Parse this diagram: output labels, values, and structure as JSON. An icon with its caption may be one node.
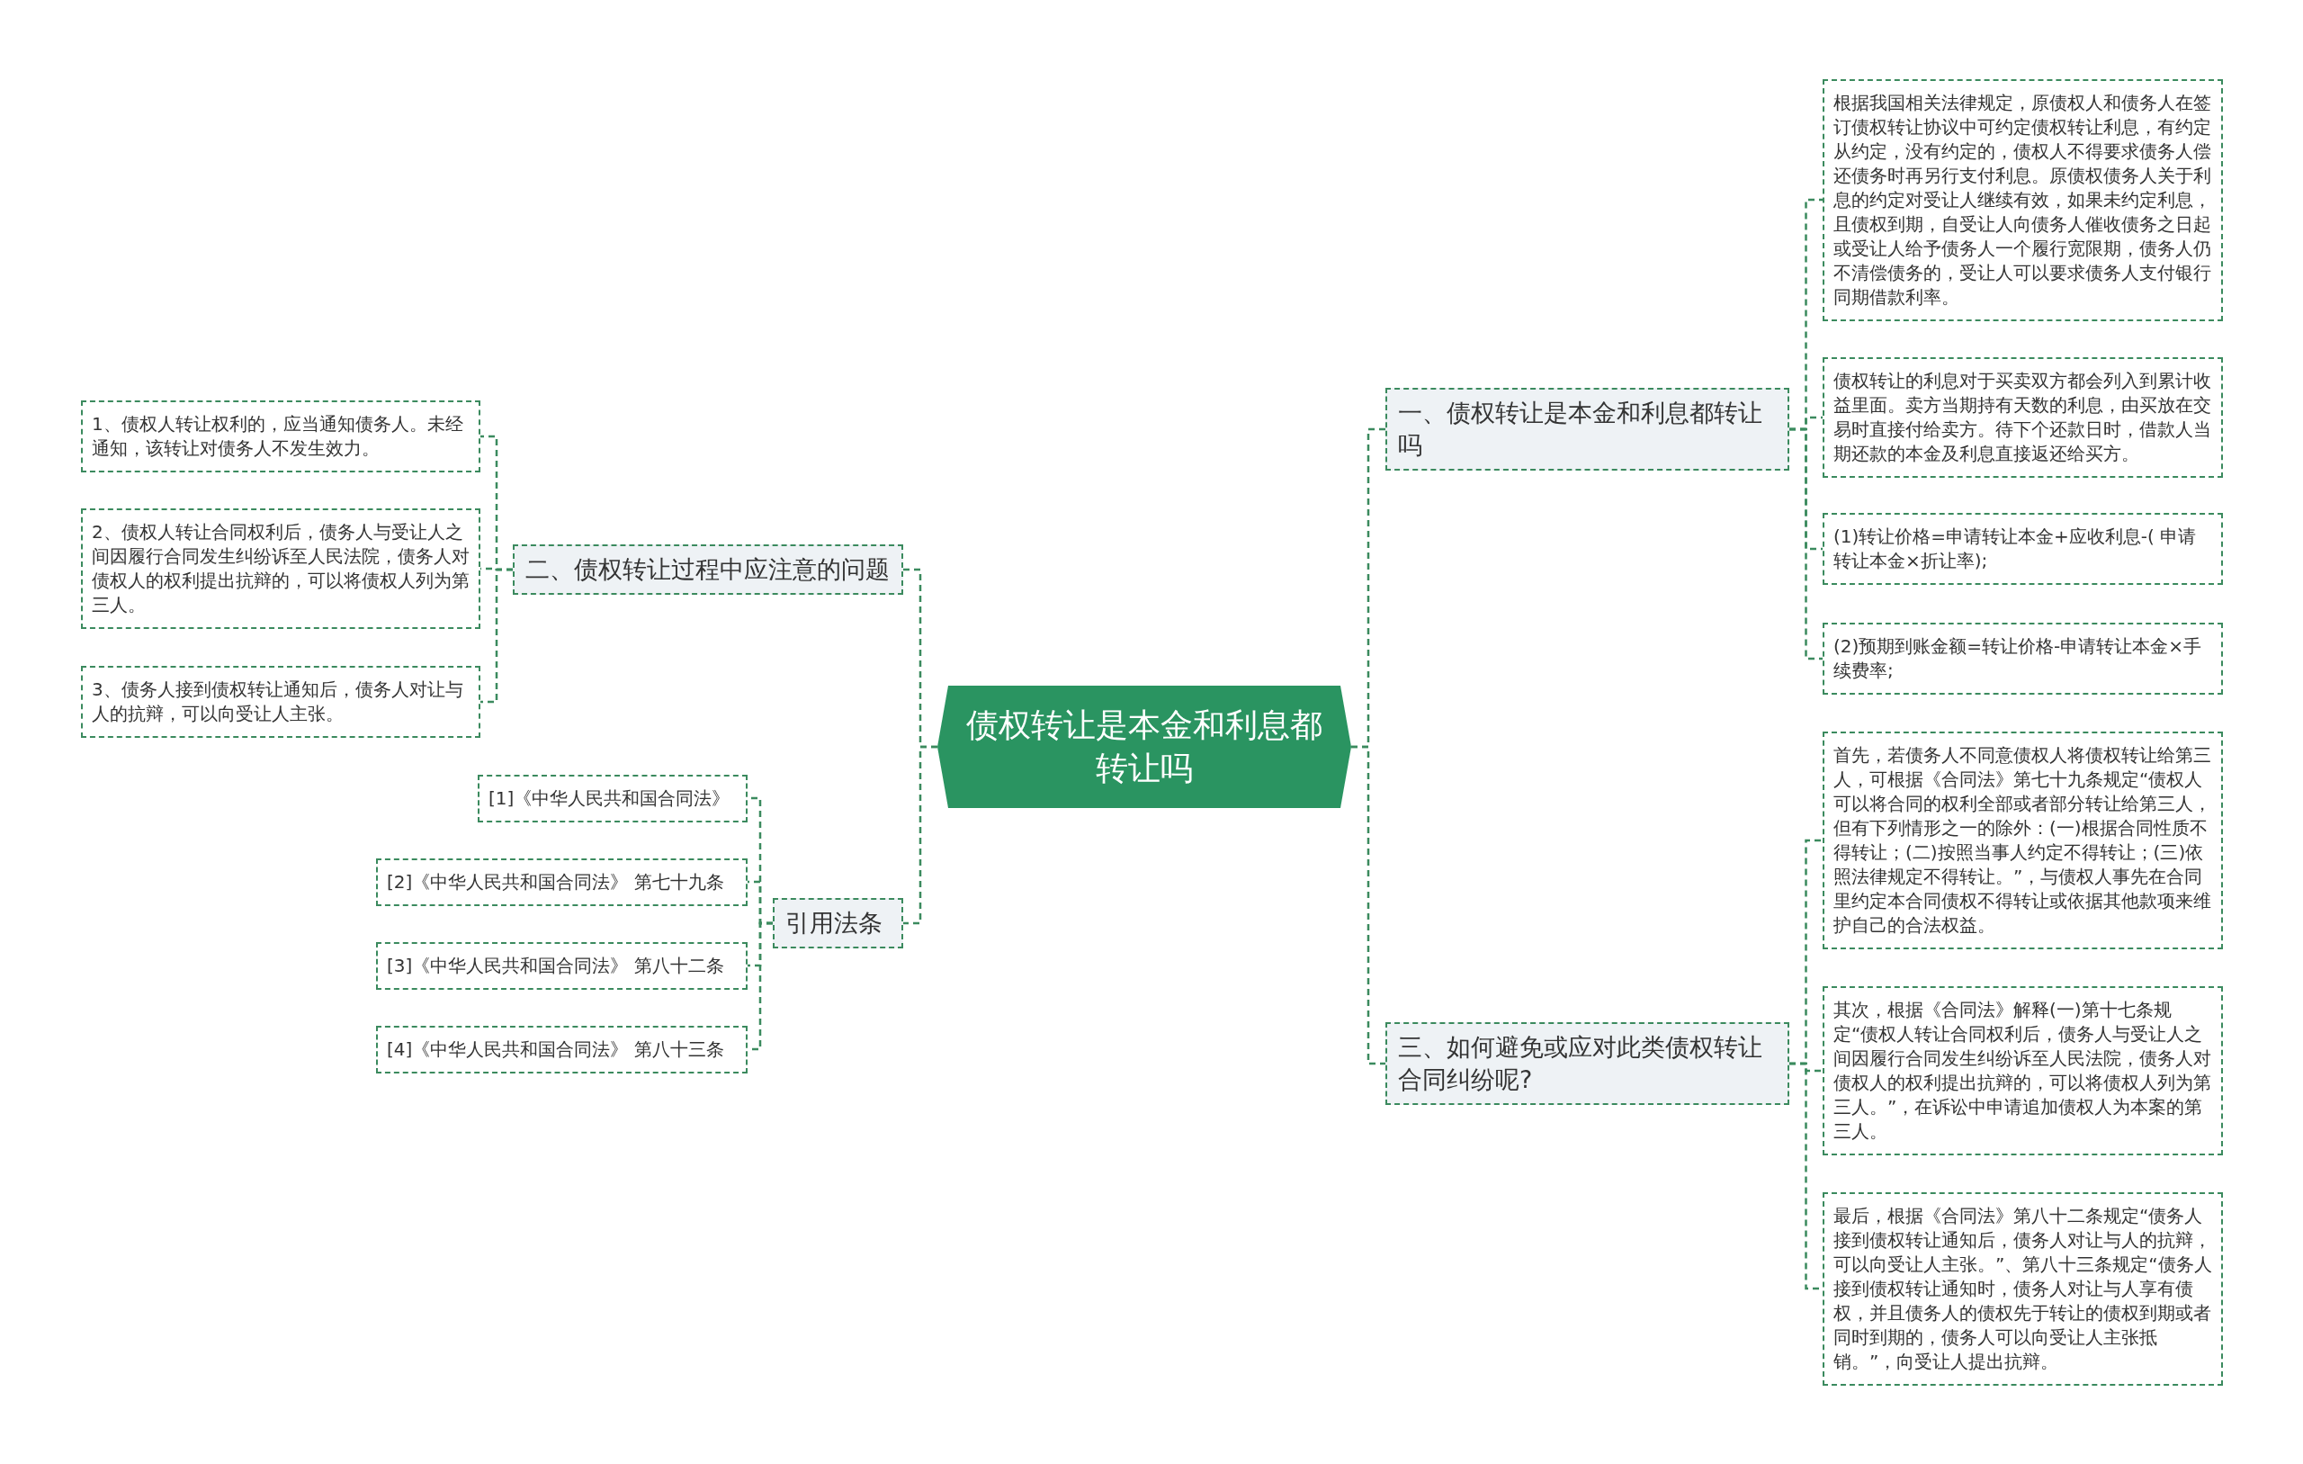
{
  "diagram": {
    "nodes": [
      {
        "text": [
          "债权转让是本金和利息都转让吗"
        ]
      },
      {
        "text": [
          "一、债权转让是本金和利息都转让吗"
        ]
      },
      {
        "text": [
          "根据我国相关法律规定，原债权人和债务人在签订债权转让协议中可约定债权转让利息，有约定从约定，没有约定的，债权人不得要求债务人偿还债务时再另行支付利息。原债权债务人关于利息的约定对受让人继续有效，如果未约定利息，且债权到期，自受让人向债务人催收债务之日起或受让人给予债务人一个履行宽限期，债务人仍不清偿债务的，受让人可以要求债务人支付银行同期借款利率。"
        ]
      },
      {
        "text": [
          "债权转让的利息对于买卖双方都会列入到累计收益里面。卖方当期持有天数的利息，由买放在交易时直接付给卖方。待下个还款日时，借款人当期还款的本金及利息直接返还给买方。"
        ]
      },
      {
        "text": [
          "(1)转让价格=申请转让本金+应收利息-( 申请转让本金×折让率);"
        ]
      },
      {
        "text": [
          "(2)预期到账金额=转让价格-申请转让本金×手续费率;"
        ]
      },
      {
        "text": [
          "三、如何避免或应对此类债权转让合同纠纷呢?"
        ]
      },
      {
        "text": [
          "首先，若债务人不同意债权人将债权转让给第三人，可根据《合同法》第七十九条规定“债权人可以将合同的权利全部或者部分转让给第三人，但有下列情形之一的除外：(一)根据合同性质不得转让；(二)按照当事人约定不得转让；(三)依照法律规定不得转让。”，与债权人事先在合同里约定本合同债权不得转让或依据其他款项来维护自己的合法权益。"
        ]
      },
      {
        "text": [
          "其次，根据《合同法》解释(一)第十七条规定“债权人转让合同权利后，债务人与受让人之间因履行合同发生纠纷诉至人民法院，债务人对债权人的权利提出抗辩的，可以将债权人列为第三人。”，在诉讼中申请追加债权人为本案的第三人。"
        ]
      },
      {
        "text": [
          "最后，根据《合同法》第八十二条规定“债务人接到债权转让通知后，债务人对让与人的抗辩，可以向受让人主张。”、第八十三条规定“债务人接到债权转让通知时，债务人对让与人享有债权，并且债务人的债权先于转让的债权到期或者同时到期的，债务人可以向受让人主张抵销。”，向受让人提出抗辩。"
        ]
      },
      {
        "text": [
          "二、债权转让过程中应注意的问题"
        ]
      },
      {
        "text": [
          "1、债权人转让权利的，应当通知债务人。未经通知，该转让对债务人不发生效力。"
        ]
      },
      {
        "text": [
          "2、债权人转让合同权利后，债务人与受让人之间因履行合同发生纠纷诉至人民法院，债务人对债权人的权利提出抗辩的，可以将债权人列为第三人。"
        ]
      },
      {
        "text": [
          "3、债务人接到债权转让通知后，债务人对让与人的抗辩，可以向受让人主张。"
        ]
      },
      {
        "text": [
          "引用法条"
        ]
      },
      {
        "text": [
          "[1]《中华人民共和国合同法》"
        ]
      },
      {
        "text": [
          "[2]《中华人民共和国合同法》 第七十九条"
        ]
      },
      {
        "text": [
          "[3]《中华人民共和国合同法》 第八十二条"
        ]
      },
      {
        "text": [
          "[4]《中华人民共和国合同法》 第八十三条"
        ]
      }
    ],
    "edges": [
      {
        "from": 0,
        "to": 1,
        "arrow": "none",
        "style": "dashed"
      },
      {
        "from": 1,
        "to": 2,
        "arrow": "none",
        "style": "dashed"
      },
      {
        "from": 1,
        "to": 3,
        "arrow": "none",
        "style": "dashed"
      },
      {
        "from": 1,
        "to": 4,
        "arrow": "none",
        "style": "dashed"
      },
      {
        "from": 1,
        "to": 5,
        "arrow": "none",
        "style": "dashed"
      },
      {
        "from": 0,
        "to": 6,
        "arrow": "none",
        "style": "dashed"
      },
      {
        "from": 6,
        "to": 7,
        "arrow": "none",
        "style": "dashed"
      },
      {
        "from": 6,
        "to": 8,
        "arrow": "none",
        "style": "dashed"
      },
      {
        "from": 6,
        "to": 9,
        "arrow": "none",
        "style": "dashed"
      },
      {
        "from": 0,
        "to": 10,
        "arrow": "none",
        "style": "dashed"
      },
      {
        "from": 10,
        "to": 11,
        "arrow": "none",
        "style": "dashed"
      },
      {
        "from": 10,
        "to": 12,
        "arrow": "none",
        "style": "dashed"
      },
      {
        "from": 10,
        "to": 13,
        "arrow": "none",
        "style": "dashed"
      },
      {
        "from": 0,
        "to": 14,
        "arrow": "none",
        "style": "dashed"
      },
      {
        "from": 14,
        "to": 15,
        "arrow": "none",
        "style": "dashed"
      },
      {
        "from": 14,
        "to": 16,
        "arrow": "none",
        "style": "dashed"
      },
      {
        "from": 14,
        "to": 17,
        "arrow": "none",
        "style": "dashed"
      },
      {
        "from": 14,
        "to": 18,
        "arrow": "none",
        "style": "dashed"
      }
    ]
  }
}
